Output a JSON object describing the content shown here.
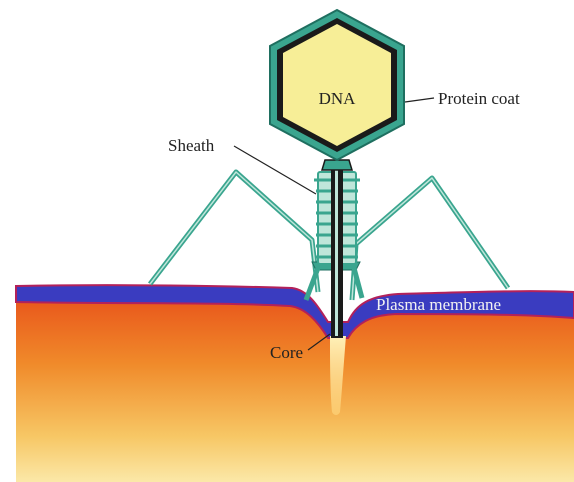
{
  "labels": {
    "dna": "DNA",
    "protein_coat": "Protein coat",
    "sheath": "Sheath",
    "plasma_membrane": "Plasma membrane",
    "core": "Core"
  },
  "colors": {
    "capsid_outer": "#3aa58f",
    "capsid_inner": "#1a1a1a",
    "dna_fill": "#f7ee97",
    "tail_fibers": "#3aa58f",
    "membrane": "#3a3cc0",
    "membrane_edge": "#b3215a",
    "cytoplasm": "#f08a2a",
    "dna_injection": "#ffe9a8"
  }
}
